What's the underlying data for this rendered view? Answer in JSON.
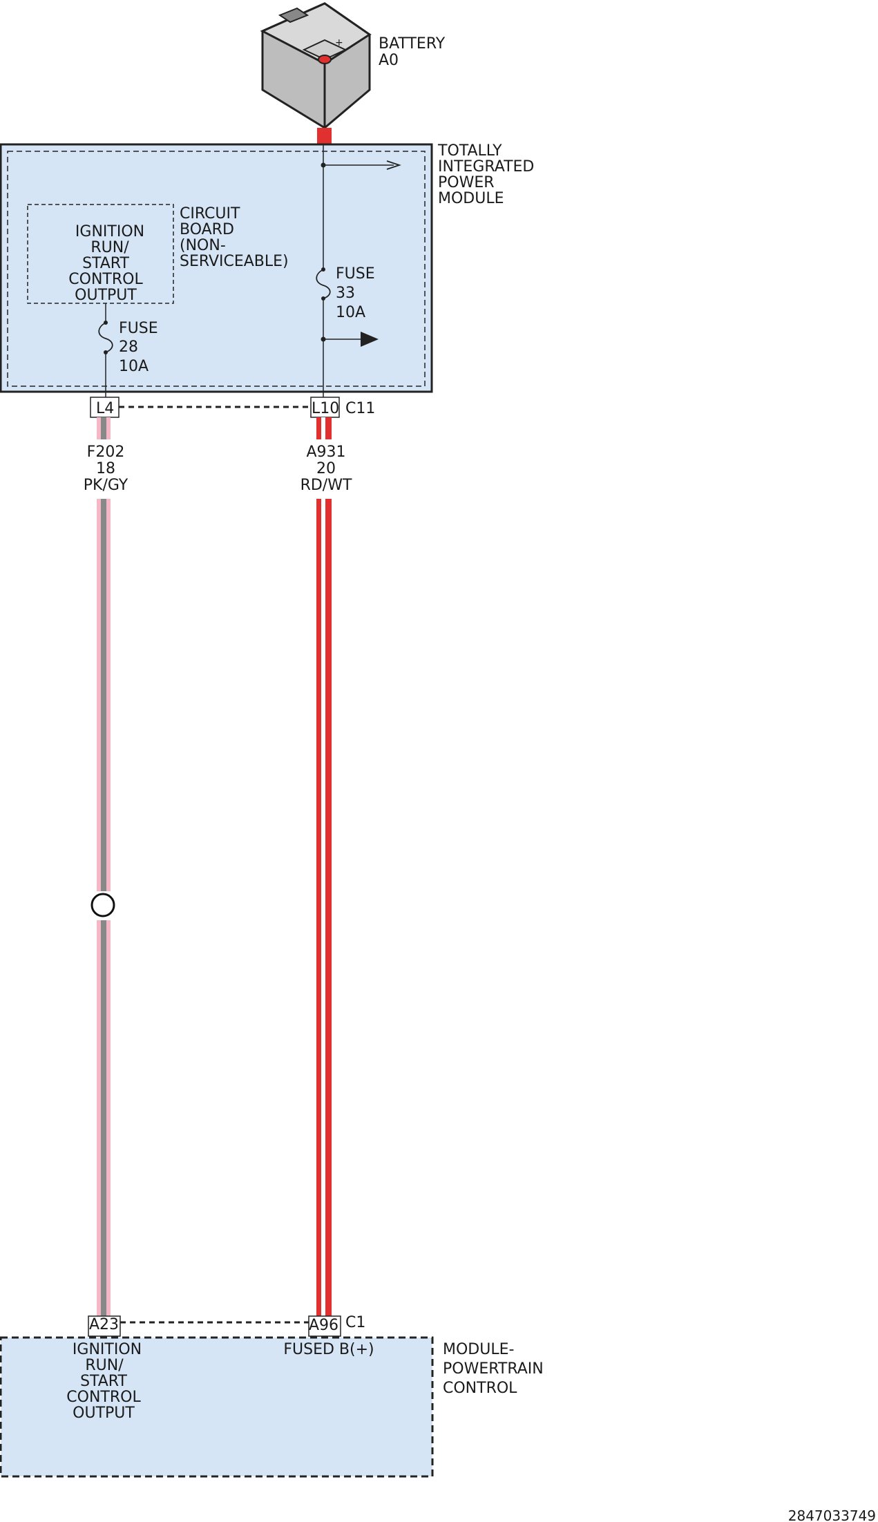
{
  "battery": {
    "name": "BATTERY",
    "id": "A0"
  },
  "tipm": {
    "lines": [
      "TOTALLY",
      "INTEGRATED",
      "POWER",
      "MODULE"
    ]
  },
  "circuit_board": {
    "lines": [
      "CIRCUIT",
      "BOARD",
      "(NON-",
      "SERVICEABLE)"
    ]
  },
  "ignition_output": {
    "lines": [
      "IGNITION",
      "RUN/",
      "START",
      "CONTROL",
      "OUTPUT"
    ]
  },
  "fuse_28": {
    "label": "FUSE",
    "number": "28",
    "rating": "10A"
  },
  "fuse_33": {
    "label": "FUSE",
    "number": "33",
    "rating": "10A"
  },
  "connector_c11": {
    "name": "C11",
    "pin_left": "L4",
    "pin_right": "L10"
  },
  "wire_f202": {
    "circuit": "F202",
    "gauge": "18",
    "color": "PK/GY"
  },
  "wire_a931": {
    "circuit": "A931",
    "gauge": "20",
    "color": "RD/WT"
  },
  "connector_c1": {
    "name": "C1",
    "pin_left": "A23",
    "pin_right": "A96"
  },
  "pcm": {
    "lines": [
      "MODULE-",
      "POWERTRAIN",
      "CONTROL"
    ],
    "left_pin_lines": [
      "IGNITION",
      "RUN/",
      "START",
      "CONTROL",
      "OUTPUT"
    ],
    "right_pin_label": "FUSED B(+)"
  },
  "diagram_id": "2847033749",
  "colors": {
    "module_fill": "#d5e5f5",
    "wire_red": "#e03030",
    "wire_pink": "#f5b6c6",
    "wire_gray": "#888888",
    "battery_body": "#bdbdbd"
  }
}
